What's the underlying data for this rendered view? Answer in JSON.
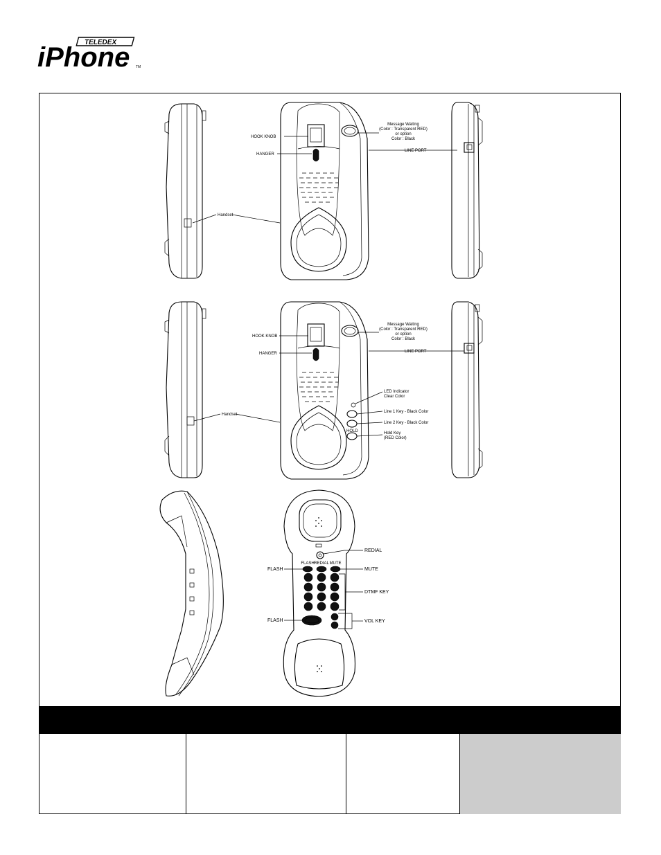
{
  "logo": {
    "brand": "iPhone",
    "sub": "TELEDEX",
    "tm": "TM"
  },
  "labels": {
    "hook_knob": "HOOK KNOB",
    "hanger": "HANGER",
    "handset": "Handset",
    "mw_line1": "Message Waiting",
    "mw_line2": "(Color : Transparent RED)",
    "mw_line3": "or option",
    "mw_line4": "Color : Black",
    "line_port": "LINE PORT",
    "led_line1": "LED Indicator",
    "led_line2": "Clear Color",
    "line1_key": "Line 1 Key - Black Color",
    "line2_key": "Line 2 Key - Black Color",
    "hold_line1": "Hold Key",
    "hold_line2": "(RED Color)",
    "hold_small": "HOLD",
    "redial": "REDIAL",
    "flash": "FLASH",
    "mute": "MUTE",
    "dtmf_key": "DTMF KEY",
    "vol_key": "VOL KEY",
    "key_flash": "FLASH",
    "key_redial": "REDIAL",
    "key_mute": "MUTE"
  },
  "colors": {
    "band": "#000000",
    "grey_cell": "#cccccc"
  }
}
